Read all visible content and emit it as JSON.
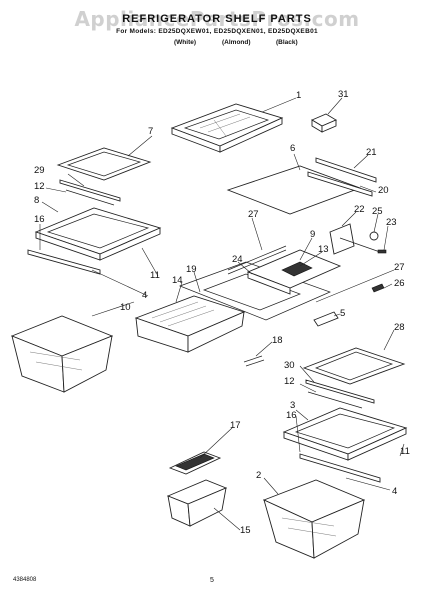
{
  "header": {
    "title": "REFRIGERATOR SHELF PARTS",
    "models": "For Models: ED25DQXEW01, ED25DQXEN01, ED25DQXEB01",
    "colors": [
      "(White)",
      "(Almond)",
      "(Black)"
    ]
  },
  "watermark": "AppliancePartsPros.com",
  "callouts": [
    "1",
    "31",
    "7",
    "6",
    "21",
    "29",
    "20",
    "12",
    "8",
    "22",
    "25",
    "27",
    "16",
    "23",
    "9",
    "13",
    "24",
    "19",
    "27",
    "14",
    "26",
    "4",
    "10",
    "5",
    "28",
    "18",
    "30",
    "12",
    "3",
    "16",
    "11",
    "17",
    "2",
    "4",
    "15",
    "11"
  ],
  "footer": {
    "doc_number": "4384808",
    "page": "5"
  }
}
